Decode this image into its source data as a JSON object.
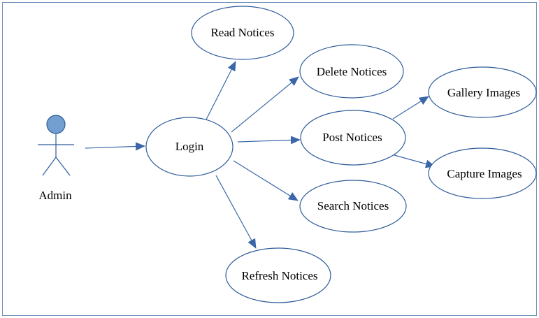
{
  "colors": {
    "frame": "#6d8fb8",
    "ellipse_stroke": "#2e5c9a",
    "arrow": "#3b67a8",
    "actor_head_fill": "#729fcf"
  },
  "actor": {
    "label": "Admin"
  },
  "use_cases": {
    "login": "Login",
    "read": "Read Notices",
    "delete": "Delete Notices",
    "post": "Post Notices",
    "search": "Search Notices",
    "refresh": "Refresh Notices",
    "gallery": "Gallery Images",
    "capture": "Capture Images"
  },
  "relations": [
    {
      "from": "actor",
      "to": "login"
    },
    {
      "from": "login",
      "to": "read"
    },
    {
      "from": "login",
      "to": "delete"
    },
    {
      "from": "login",
      "to": "post"
    },
    {
      "from": "login",
      "to": "search"
    },
    {
      "from": "login",
      "to": "refresh"
    },
    {
      "from": "post",
      "to": "gallery"
    },
    {
      "from": "post",
      "to": "capture"
    }
  ]
}
